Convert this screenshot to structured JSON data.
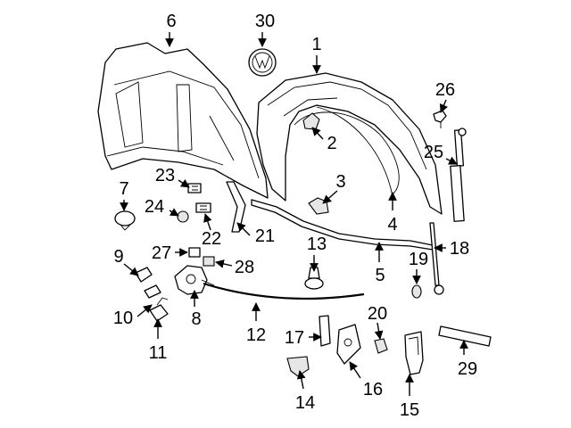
{
  "diagram": {
    "callouts": {
      "c1": "1",
      "c2": "2",
      "c3": "3",
      "c4": "4",
      "c5": "5",
      "c6": "6",
      "c7": "7",
      "c8": "8",
      "c9": "9",
      "c10": "10",
      "c11": "11",
      "c12": "12",
      "c13": "13",
      "c14": "14",
      "c15": "15",
      "c16": "16",
      "c17": "17",
      "c18": "18",
      "c19": "19",
      "c20": "20",
      "c21": "21",
      "c22": "22",
      "c23": "23",
      "c24": "24",
      "c25": "25",
      "c26": "26",
      "c27": "27",
      "c28": "28",
      "c29": "29",
      "c30": "30"
    },
    "colors": {
      "line": "#000000",
      "background": "#ffffff",
      "shade": "#e6e6e6"
    }
  }
}
